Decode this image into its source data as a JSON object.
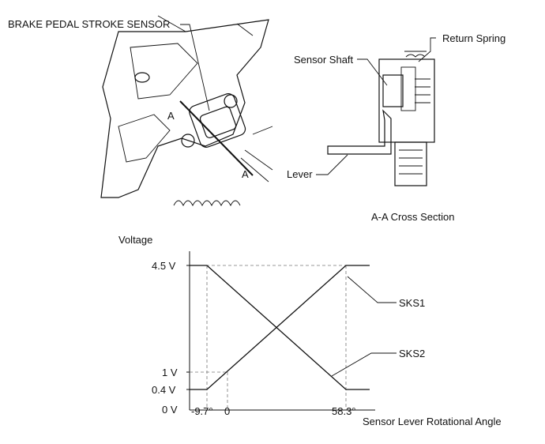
{
  "illustration": {
    "sensor_label": "BRAKE PEDAL STROKE SENSOR",
    "section_marker_top": "A",
    "section_marker_bottom": "A"
  },
  "cross_section": {
    "title": "A-A Cross Section",
    "labels": {
      "return_spring": "Return Spring",
      "sensor_shaft": "Sensor Shaft",
      "lever": "Lever"
    }
  },
  "graph": {
    "ylabel": "Voltage",
    "xlabel": "Sensor Lever Rotational Angle",
    "y_ticks": [
      "4.5 V",
      "1 V",
      "0.4 V",
      "0 V"
    ],
    "x_ticks": [
      "-9.7°",
      "0",
      "58.3°"
    ],
    "series_labels": [
      "SKS1",
      "SKS2"
    ]
  }
}
